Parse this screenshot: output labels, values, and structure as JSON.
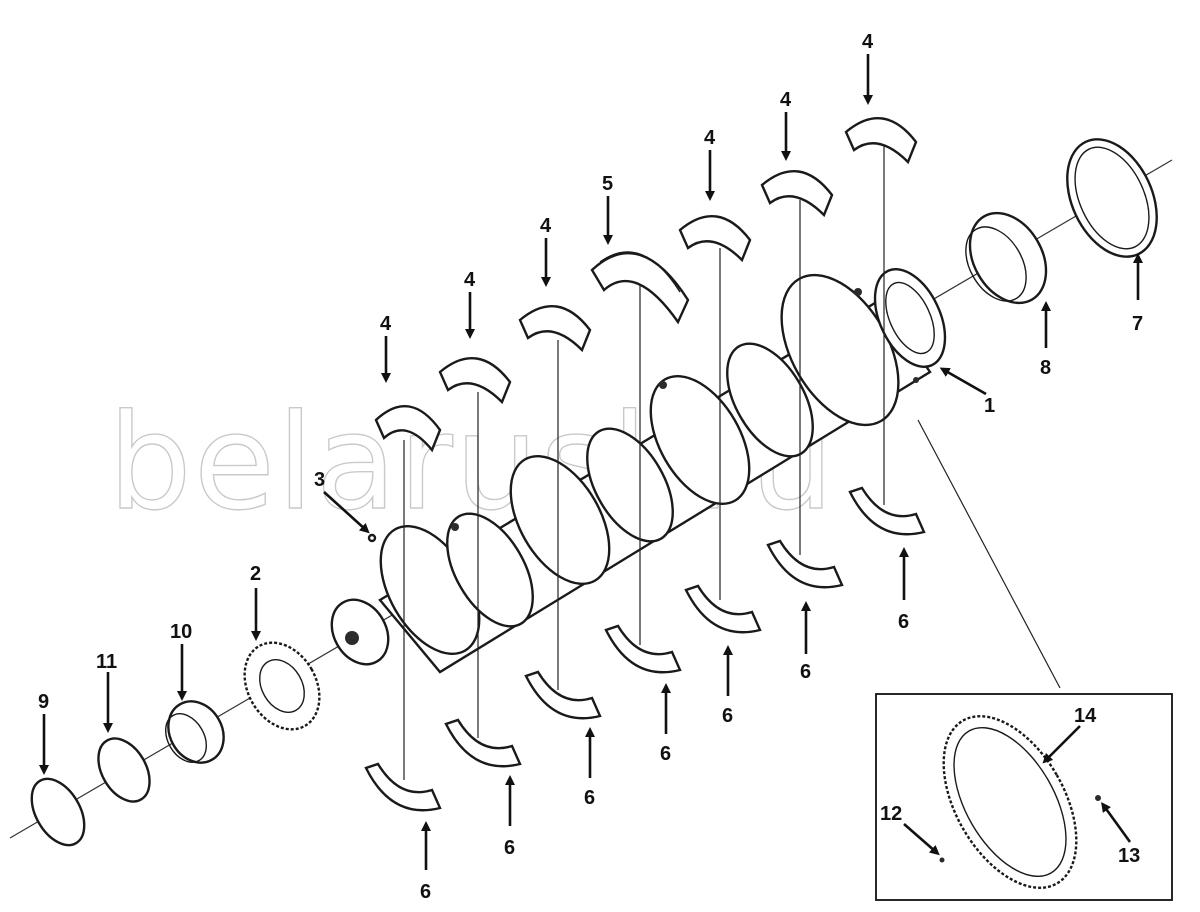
{
  "watermark": "belarusl.ru",
  "callouts": {
    "c1": "1",
    "c2": "2",
    "c3": "3",
    "c4": "4",
    "c5": "5",
    "c6": "6",
    "c7": "7",
    "c8": "8",
    "c9": "9",
    "c10": "10",
    "c11": "11",
    "c12": "12",
    "c13": "13",
    "c14": "14"
  },
  "icons": {
    "crankshaft": "crankshaft-icon",
    "upper-bearing": "main-bearing-upper-icon",
    "lower-bearing": "main-bearing-lower-icon",
    "thrust-bearing": "thrust-bearing-icon",
    "gear": "gear-icon",
    "seal-ring": "seal-ring-icon",
    "sleeve": "sleeve-icon",
    "ring-gear": "ring-gear-icon"
  }
}
